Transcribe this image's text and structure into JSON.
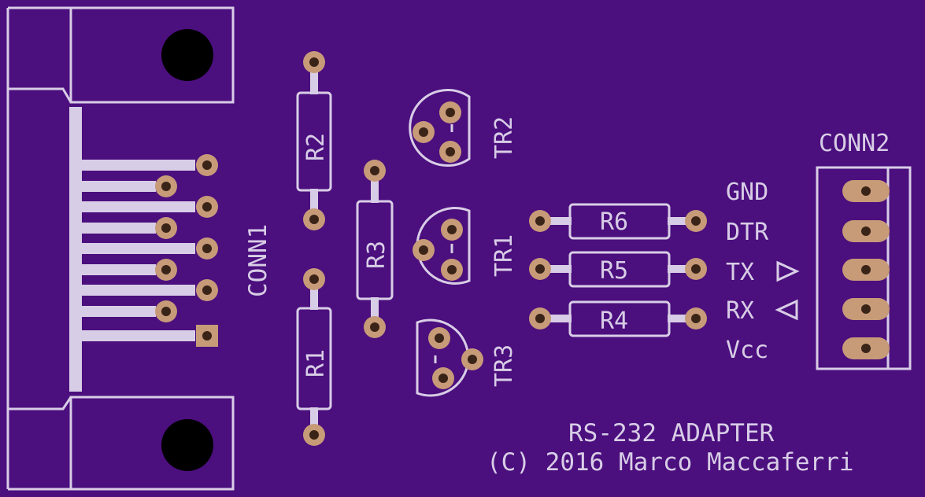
{
  "board": {
    "background": "#4b0f7e",
    "silkscreen": "#d8cde6",
    "pad": "#c79a78"
  },
  "components": {
    "conn1": "CONN1",
    "conn2": "CONN2",
    "r1": "R1",
    "r2": "R2",
    "r3": "R3",
    "r4": "R4",
    "r5": "R5",
    "r6": "R6",
    "tr1": "TR1",
    "tr2": "TR2",
    "tr3": "TR3"
  },
  "pins": {
    "gnd": "GND",
    "dtr": "DTR",
    "tx": "TX",
    "rx": "RX",
    "vcc": "Vcc"
  },
  "footer": {
    "title": "RS-232 ADAPTER",
    "credit": "(C) 2016 Marco Maccaferri"
  }
}
